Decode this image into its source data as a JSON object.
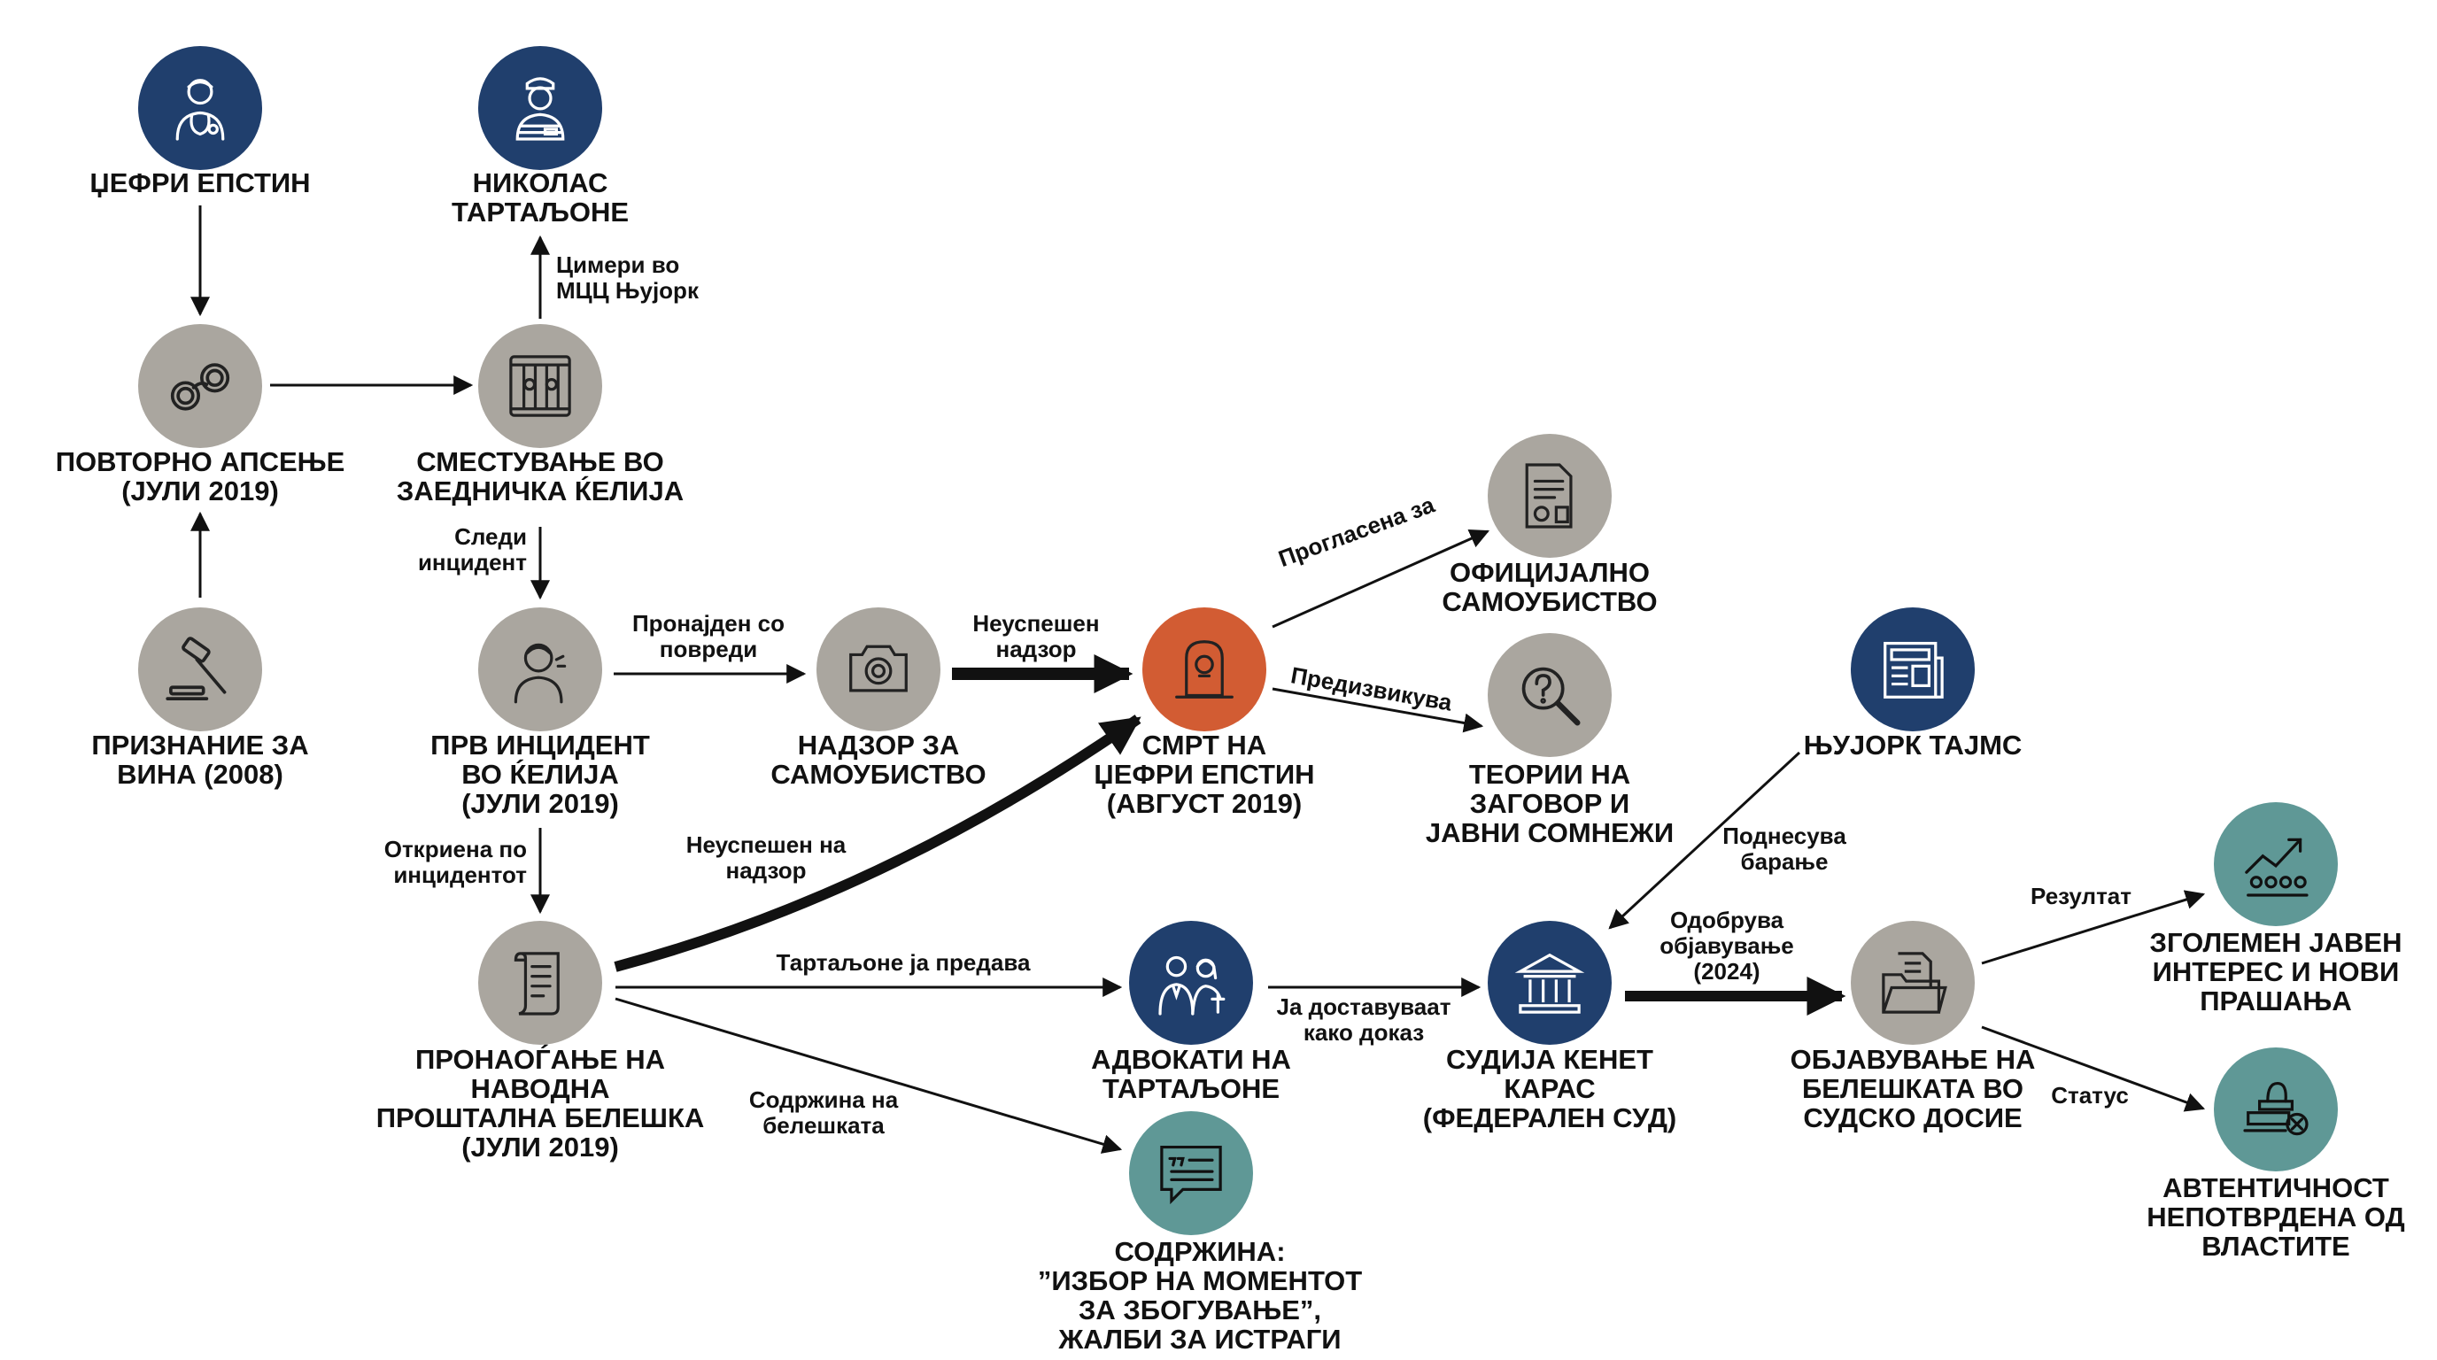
{
  "colors": {
    "gray": "#aaa69f",
    "navy": "#203f6d",
    "orange": "#d25c33",
    "teal": "#5f9896",
    "arrow": "#111111"
  },
  "nodes": {
    "epstein": {
      "label": "ЏЕФРИ ЕПСТИН",
      "icon": "doctor-icon"
    },
    "tartaglione": {
      "label": "НИКОЛАС\nТАРТАЉОНЕ",
      "icon": "prisoner-icon"
    },
    "rearrest": {
      "label": "ПОВТОРНО АПСЕЊЕ\n(ЈУЛИ 2019)",
      "icon": "handcuffs-icon"
    },
    "shared_cell": {
      "label": "СМЕСТУВАЊЕ ВО\nЗАЕДНИЧКА ЌЕЛИЈА",
      "icon": "jail-cell-icon"
    },
    "guilty_plea": {
      "label": "ПРИЗНАНИЕ ЗА\nВИНА (2008)",
      "icon": "gavel-icon"
    },
    "first_incident": {
      "label": "ПРВ ИНЦИДЕНТ\nВО ЌЕЛИЈА\n(ЈУЛИ 2019)",
      "icon": "injured-person-icon"
    },
    "suicide_watch": {
      "label": "НАДЗОР ЗА\nСАМОУБИСТВО",
      "icon": "camera-icon"
    },
    "death": {
      "label": "СМРТ НА\nЏЕФРИ ЕПСТИН\n(АВГУСТ 2019)",
      "icon": "tombstone-icon"
    },
    "official_suicide": {
      "label": "ОФИЦИЈАЛНО\nСАМОУБИСТВО",
      "icon": "document-stamp-icon"
    },
    "conspiracy": {
      "label": "ТЕОРИИ НА\nЗАГОВОР И\nЈАВНИ СОМНЕЖИ",
      "icon": "magnifier-question-icon"
    },
    "nyt": {
      "label": "ЊУЈОРК ТАЈМС",
      "icon": "newspaper-icon"
    },
    "note_found": {
      "label": "ПРОНАОЃАЊЕ НА\nНАВОДНА\nПРОШТАЛНА БЕЛЕШКА\n(ЈУЛИ 2019)",
      "icon": "scroll-icon"
    },
    "lawyers": {
      "label": "АДВОКАТИ НА\nТАРТАЉОНЕ",
      "icon": "lawyers-icon"
    },
    "judge": {
      "label": "СУДИЈА КЕНЕТ\nКАРАС\n(ФЕДЕРАЛЕН СУД)",
      "icon": "courthouse-icon"
    },
    "publication": {
      "label": "ОБЈАВУВАЊЕ НА\nБЕЛЕШКАТА ВО\nСУДСКО ДОСИЕ",
      "icon": "folder-icon"
    },
    "public_interest": {
      "label": "ЗГОЛЕМЕН ЈАВЕН\nИНТЕРЕС И НОВИ\nПРАШАЊА",
      "icon": "growth-chart-icon"
    },
    "authenticity": {
      "label": "АВТЕНТИЧНОСТ\nНЕПОТВРДЕНА ОД\nВЛАСТИТЕ",
      "icon": "rejected-stamp-icon"
    },
    "content": {
      "label": "СОДРЖИНА:\n”ИЗБОР НА МОМЕНТОТ\nЗА ЗБОГУВАЊЕ”,\nЖАЛБИ ЗА ИСТРАГИ",
      "icon": "quote-bubble-icon"
    }
  },
  "edges": {
    "cellmates": "Цимери во\nМЦЦ Њујорк",
    "followed_incident": "Следи\nинцидент",
    "found_injured": "Пронајден со\nповреди",
    "failed_watch": "Неуспешен\nнадзор",
    "declared": "Прогласена за",
    "provokes": "Предизвикува",
    "discovered_after": "Откриена по\nинцидентот",
    "failed_watch_2": "Неуспешен на\nнадзор",
    "hands_over": "Тартаљоне ја предава",
    "submit_evidence": "Ја доставуваат\nкако доказ",
    "filed_request": "Поднесува\nбарање",
    "approves": "Одобрува\nобјавување\n(2024)",
    "result": "Резултат",
    "status": "Статус",
    "note_content": "Содржина на\nбелешката"
  }
}
